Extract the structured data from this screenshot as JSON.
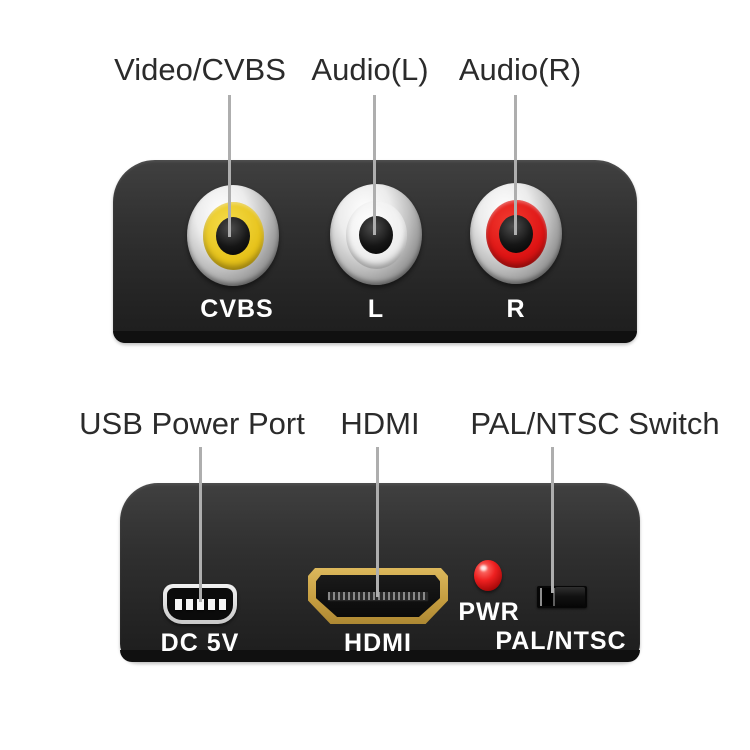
{
  "top_panel": {
    "callouts": [
      {
        "label": "Video/CVBS"
      },
      {
        "label": "Audio(L)"
      },
      {
        "label": "Audio(R)"
      }
    ],
    "port_labels": [
      {
        "text": "CVBS"
      },
      {
        "text": "L"
      },
      {
        "text": "R"
      }
    ]
  },
  "bottom_panel": {
    "callouts": [
      {
        "label": "USB Power Port"
      },
      {
        "label": "HDMI"
      },
      {
        "label": "PAL/NTSC Switch"
      }
    ],
    "usb_port_label": "DC 5V",
    "hdmi_port_label": "HDMI",
    "power_led_label": "PWR",
    "switch_label": "PAL/NTSC"
  },
  "colors": {
    "video_jack_yellow": "#e6c21a",
    "audio_left_jack_white": "#ededed",
    "audio_right_jack_red": "#de1414",
    "hdmi_gold": "#c49c3f",
    "power_led_red": "#ee2020",
    "device_body": "#2e2e2e",
    "callout_line": "#aeaeae",
    "panel_text": "#ffffff",
    "annotation_text": "#2b2b2b"
  }
}
